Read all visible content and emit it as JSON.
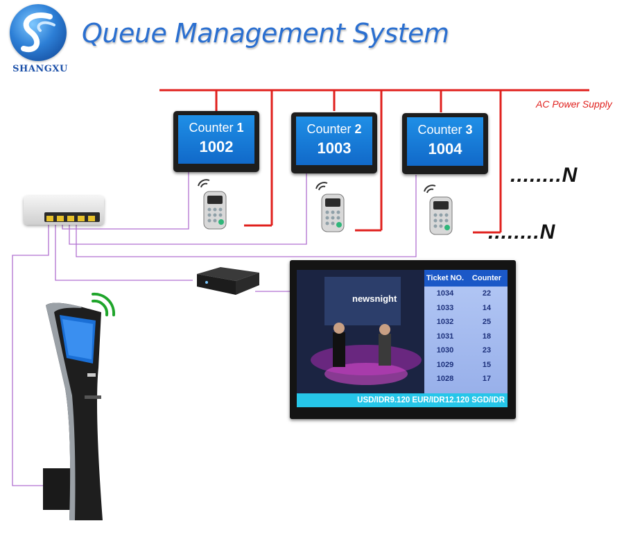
{
  "header": {
    "brand": "SHANGXU",
    "title": "Queue Management System"
  },
  "power": {
    "label": "AC Power Supply",
    "line_color": "#e0201d"
  },
  "counters": [
    {
      "label": "Counter",
      "number": "1",
      "ticket": "1002"
    },
    {
      "label": "Counter",
      "number": "2",
      "ticket": "1003"
    },
    {
      "label": "Counter",
      "number": "3",
      "ticket": "1004"
    }
  ],
  "more_counters_label": "........N",
  "more_remotes_label": "........N",
  "display": {
    "video_caption": "newsnight",
    "table_headers": [
      "Ticket NO.",
      "Counter"
    ],
    "rows": [
      {
        "ticket": "1034",
        "counter": "22"
      },
      {
        "ticket": "1033",
        "counter": "14"
      },
      {
        "ticket": "1032",
        "counter": "25"
      },
      {
        "ticket": "1031",
        "counter": "18"
      },
      {
        "ticket": "1030",
        "counter": "23"
      },
      {
        "ticket": "1029",
        "counter": "15"
      },
      {
        "ticket": "1028",
        "counter": "17"
      }
    ],
    "ticker": "USD/IDR9.120 EUR/IDR12.120 SGD/IDR"
  },
  "colors": {
    "cable": "#b06fd0",
    "accent_blue": "#2a6fd0",
    "wifi_green": "#1fa52b"
  }
}
